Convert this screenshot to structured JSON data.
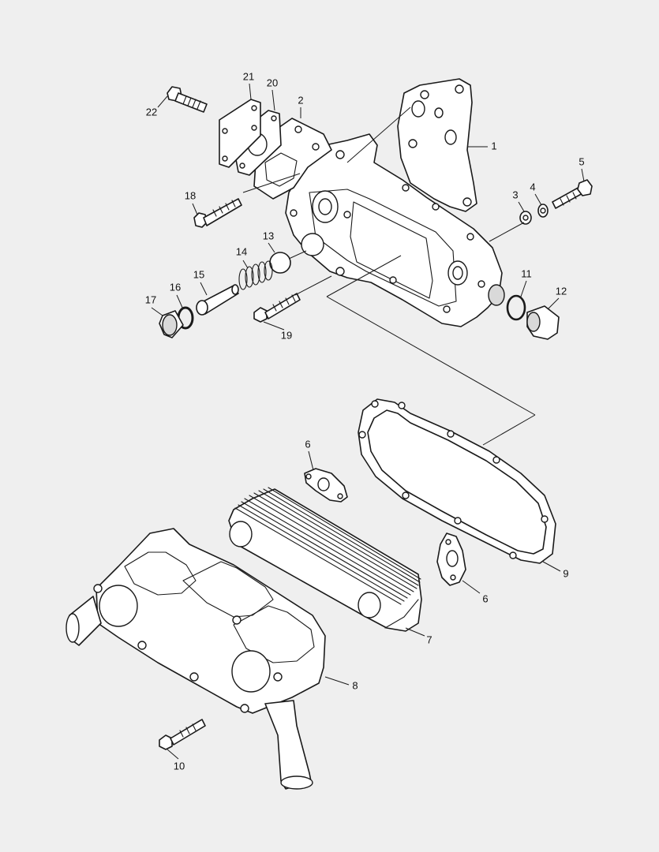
{
  "diagram": {
    "type": "exploded-parts-diagram",
    "background_color": "#efefef",
    "line_color": "#1a1a1a",
    "callouts": [
      {
        "key": "c1",
        "label": "1"
      },
      {
        "key": "c2",
        "label": "2"
      },
      {
        "key": "c3",
        "label": "3"
      },
      {
        "key": "c4",
        "label": "4"
      },
      {
        "key": "c5",
        "label": "5"
      },
      {
        "key": "c6a",
        "label": "6"
      },
      {
        "key": "c6b",
        "label": "6"
      },
      {
        "key": "c7",
        "label": "7"
      },
      {
        "key": "c8",
        "label": "8"
      },
      {
        "key": "c9",
        "label": "9"
      },
      {
        "key": "c10",
        "label": "10"
      },
      {
        "key": "c11",
        "label": "11"
      },
      {
        "key": "c12",
        "label": "12"
      },
      {
        "key": "c13",
        "label": "13"
      },
      {
        "key": "c14",
        "label": "14"
      },
      {
        "key": "c15",
        "label": "15"
      },
      {
        "key": "c16",
        "label": "16"
      },
      {
        "key": "c17",
        "label": "17"
      },
      {
        "key": "c18",
        "label": "18"
      },
      {
        "key": "c19",
        "label": "19"
      },
      {
        "key": "c20",
        "label": "20"
      },
      {
        "key": "c21",
        "label": "21"
      },
      {
        "key": "c22",
        "label": "22"
      }
    ]
  }
}
